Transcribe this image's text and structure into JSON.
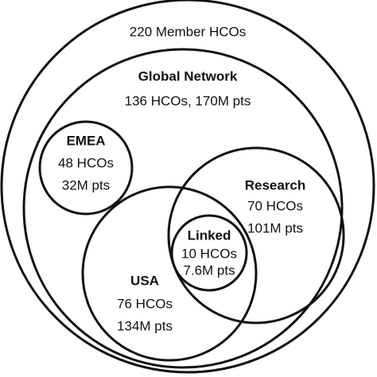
{
  "diagram": {
    "outer": {
      "label": "220 Member HCOs"
    },
    "global": {
      "title": "Global Network",
      "detail": "136 HCOs, 170M pts"
    },
    "emea": {
      "title": "EMEA",
      "hcos": "48 HCOs",
      "pts": "32M pts"
    },
    "research": {
      "title": "Research",
      "hcos": "70 HCOs",
      "pts": "101M pts"
    },
    "usa": {
      "title": "USA",
      "hcos": "76 HCOs",
      "pts": "134M pts"
    },
    "linked": {
      "title": "Linked",
      "hcos": "10 HCOs",
      "pts": "7.6M pts"
    },
    "colors": {
      "stroke": "#111111",
      "background": "#ffffff"
    }
  }
}
